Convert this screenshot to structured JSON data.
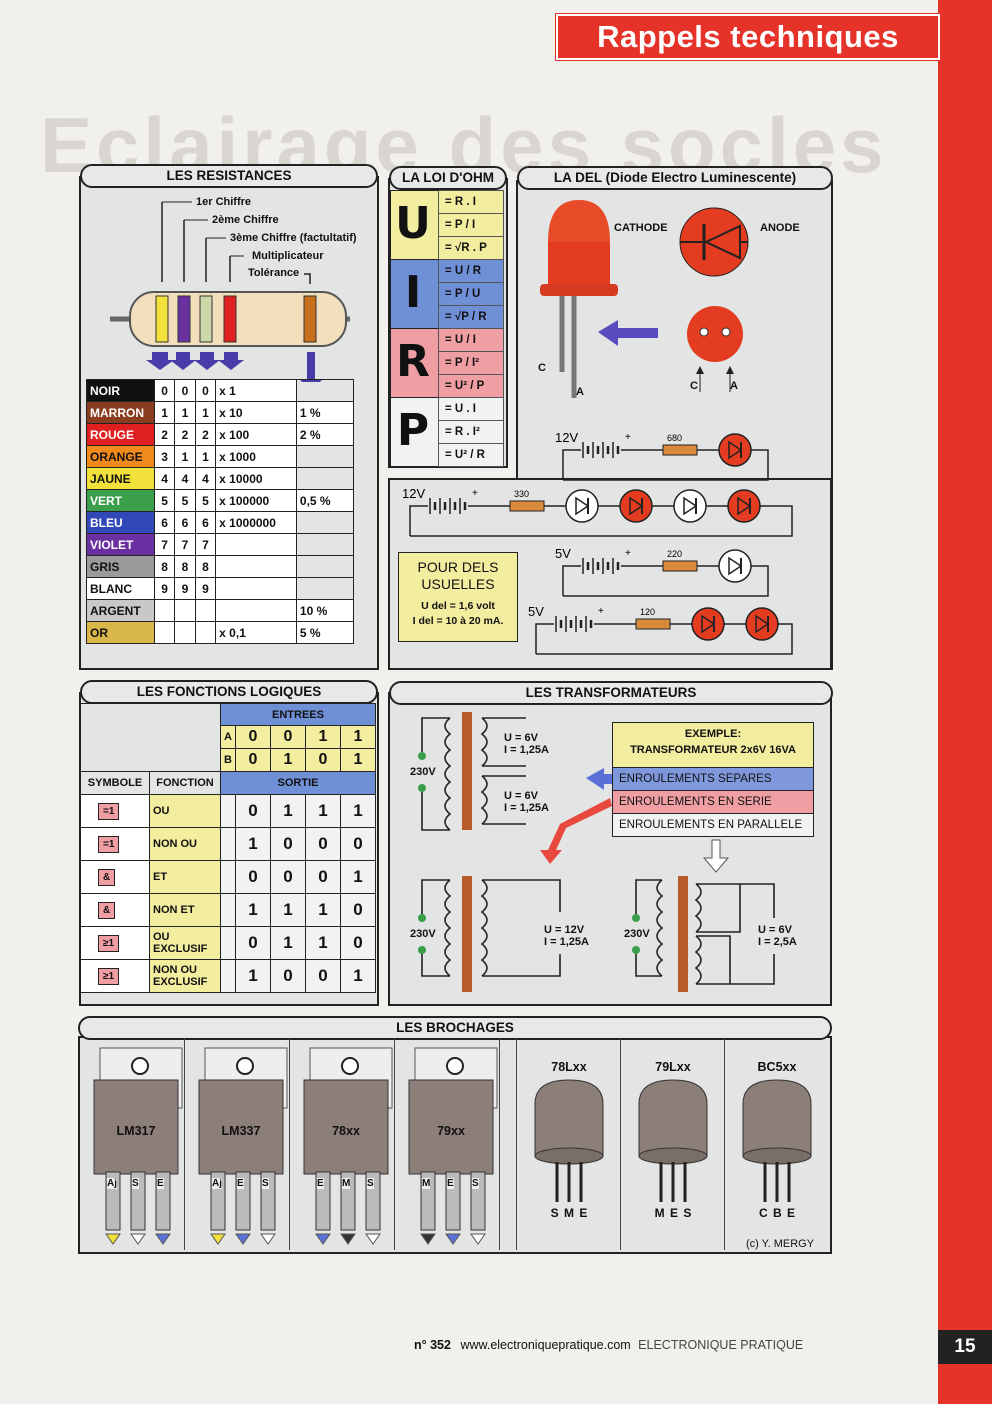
{
  "header": {
    "title": "Rappels techniques",
    "ghost_title": "Eclairage des socles"
  },
  "resistances": {
    "title": "LES RESISTANCES",
    "labels": [
      "1er Chiffre",
      "2ème Chiffre",
      "3ème Chiffre (factultatif)",
      "Multiplicateur",
      "Tolérance"
    ],
    "rows": [
      {
        "name": "NOIR",
        "color": "#111111",
        "d1": "0",
        "d2": "0",
        "d3": "0",
        "mult": "x 1",
        "tol": ""
      },
      {
        "name": "MARRON",
        "color": "#8a3d1e",
        "d1": "1",
        "d2": "1",
        "d3": "1",
        "mult": "x 10",
        "tol": "1 %"
      },
      {
        "name": "ROUGE",
        "color": "#e02020",
        "d1": "2",
        "d2": "2",
        "d3": "2",
        "mult": "x 100",
        "tol": "2 %"
      },
      {
        "name": "ORANGE",
        "color": "#f08a1c",
        "d1": "3",
        "d2": "1",
        "d3": "1",
        "mult": "x 1000",
        "tol": ""
      },
      {
        "name": "JAUNE",
        "color": "#f2e13a",
        "d1": "4",
        "d2": "4",
        "d3": "4",
        "mult": "x 10000",
        "tol": ""
      },
      {
        "name": "VERT",
        "color": "#3a9e4a",
        "d1": "5",
        "d2": "5",
        "d3": "5",
        "mult": "x 100000",
        "tol": "0,5 %"
      },
      {
        "name": "BLEU",
        "color": "#3048b8",
        "d1": "6",
        "d2": "6",
        "d3": "6",
        "mult": "x 1000000",
        "tol": ""
      },
      {
        "name": "VIOLET",
        "color": "#6a2fa0",
        "d1": "7",
        "d2": "7",
        "d3": "7",
        "mult": "",
        "tol": ""
      },
      {
        "name": "GRIS",
        "color": "#9a9a9a",
        "d1": "8",
        "d2": "8",
        "d3": "8",
        "mult": "",
        "tol": ""
      },
      {
        "name": "BLANC",
        "color": "#ffffff",
        "d1": "9",
        "d2": "9",
        "d3": "9",
        "mult": "",
        "tol": ""
      },
      {
        "name": "ARGENT",
        "color": "#c8c8c8",
        "d1": "",
        "d2": "",
        "d3": "",
        "mult": "",
        "tol": "10 %"
      },
      {
        "name": "OR",
        "color": "#d9b74a",
        "d1": "",
        "d2": "",
        "d3": "",
        "mult": "x 0,1",
        "tol": "5 %"
      }
    ]
  },
  "ohm": {
    "title": "LA LOI D'OHM",
    "groups": [
      {
        "letter": "U",
        "color": "#f3eda0",
        "formulas": [
          "= R . I",
          "= P / I",
          "= √R . P"
        ]
      },
      {
        "letter": "I",
        "color": "#6f8fd6",
        "formulas": [
          "= U / R",
          "= P / U",
          "= √P / R"
        ]
      },
      {
        "letter": "R",
        "color": "#ef9ea4",
        "formulas": [
          "= U / I",
          "= P / I²",
          "= U² / P"
        ]
      },
      {
        "letter": "P",
        "color": "#f1f2f2",
        "formulas": [
          "= U . I",
          "= R . I²",
          "= U² / R"
        ]
      }
    ]
  },
  "del": {
    "title": "LA DEL (Diode Electro Luminescente)",
    "cathode": "CATHODE",
    "anode": "ANODE",
    "pin_c": "C",
    "pin_a": "A",
    "circuits": [
      {
        "v": "12V",
        "r": "680"
      },
      {
        "v": "12V",
        "r": "330"
      },
      {
        "v": "5V",
        "r": "220"
      },
      {
        "v": "5V",
        "r": "120"
      }
    ],
    "plus": "+",
    "usual_title": "POUR DELS USUELLES",
    "usual_u": "U del = 1,6 volt",
    "usual_i": "I del = 10 à 20 mA."
  },
  "logic": {
    "title": "LES FONCTIONS LOGIQUES",
    "entrees": "ENTREES",
    "symbole": "SYMBOLE",
    "fonction": "FONCTION",
    "sortie": "SORTIE",
    "a": [
      "A",
      "0",
      "0",
      "1",
      "1"
    ],
    "b": [
      "B",
      "0",
      "1",
      "0",
      "1"
    ],
    "rows": [
      {
        "sym": "=1",
        "name": "OU",
        "out": [
          "0",
          "1",
          "1",
          "1"
        ]
      },
      {
        "sym": "=1",
        "name": "NON OU",
        "out": [
          "1",
          "0",
          "0",
          "0"
        ]
      },
      {
        "sym": "&",
        "name": "ET",
        "out": [
          "0",
          "0",
          "0",
          "1"
        ]
      },
      {
        "sym": "&",
        "name": "NON ET",
        "out": [
          "1",
          "1",
          "1",
          "0"
        ]
      },
      {
        "sym": "≥1",
        "name": "OU EXCLUSIF",
        "out": [
          "0",
          "1",
          "1",
          "0"
        ]
      },
      {
        "sym": "≥1",
        "name": "NON OU EXCLUSIF",
        "out": [
          "1",
          "0",
          "0",
          "1"
        ]
      }
    ]
  },
  "transfo": {
    "title": "LES TRANSFORMATEURS",
    "v230": "230V",
    "sec1": "U = 6V",
    "sec1i": "I = 1,25A",
    "sec2": "U = 6V",
    "sec2i": "I = 1,25A",
    "serie_u": "U = 12V",
    "serie_i": "I = 1,25A",
    "par_u": "U = 6V",
    "par_i": "I = 2,5A",
    "ex_title": "EXEMPLE:",
    "ex_line": "TRANSFORMATEUR 2x6V 16VA",
    "ex_sep": "ENROULEMENTS SEPARES",
    "ex_serie": "ENROULEMENTS EN SERIE",
    "ex_par": "ENROULEMENTS EN PARALLELE"
  },
  "brochages": {
    "title": "LES BROCHAGES",
    "regs": [
      {
        "name": "LM317",
        "pins": [
          "Aj",
          "S",
          "E"
        ]
      },
      {
        "name": "LM337",
        "pins": [
          "Aj",
          "E",
          "S"
        ]
      },
      {
        "name": "78xx",
        "pins": [
          "E",
          "M",
          "S"
        ]
      },
      {
        "name": "79xx",
        "pins": [
          "M",
          "E",
          "S"
        ]
      }
    ],
    "to92": [
      {
        "name": "78Lxx",
        "pins": "S M E"
      },
      {
        "name": "79Lxx",
        "pins": "M E S"
      },
      {
        "name": "BC5xx",
        "pins": "C B E"
      }
    ],
    "credit": "(c) Y. MERGY"
  },
  "footer": {
    "num": "n° 352",
    "url": "www.electroniquepratique.com",
    "mag": "ELECTRONIQUE PRATIQUE",
    "page": "15"
  }
}
